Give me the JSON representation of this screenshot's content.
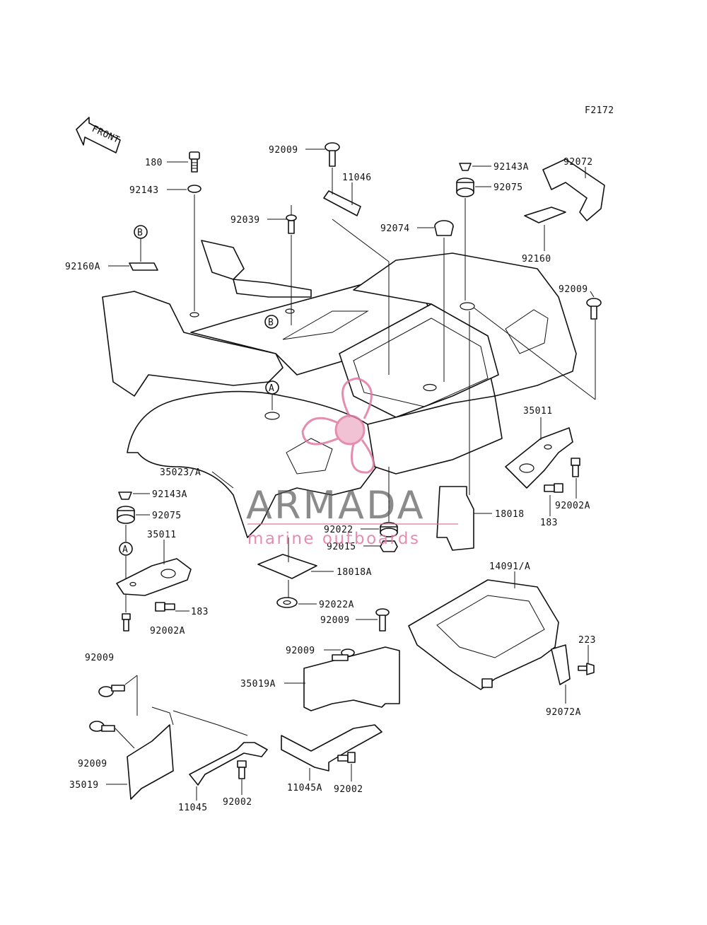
{
  "diagram": {
    "figure_code": "F2172",
    "front_arrow": "FRONT",
    "ref_a": "A",
    "ref_b": "B"
  },
  "watermark": {
    "brand": "ARMADA",
    "tagline": "marine outboards",
    "accent_color": "#e07aa2",
    "text_color": "#555555"
  },
  "labels": {
    "l180": "180",
    "l92143": "92143",
    "l92160A": "92160A",
    "l92009_top": "92009",
    "l11046": "11046",
    "l92039": "92039",
    "l92074": "92074",
    "l92143A_top": "92143A",
    "l92075_top": "92075",
    "l92072": "92072",
    "l92160": "92160",
    "l92009_right": "92009",
    "l35011_right": "35011",
    "l35023A": "35023/A",
    "l92143A_left": "92143A",
    "l92075_left": "92075",
    "l35011_left": "35011",
    "l183_right": "183",
    "l92002A_right": "92002A",
    "l18018": "18018",
    "l92022": "92022",
    "l92015": "92015",
    "l18018A": "18018A",
    "l92022A": "92022A",
    "l183_left": "183",
    "l92002A_left": "92002A",
    "l92009_mid": "92009",
    "l14091A": "14091/A",
    "l223": "223",
    "l92009_c": "92009",
    "l35019A": "35019A",
    "l92072A": "92072A",
    "l92009_bl1": "92009",
    "l92009_bl2": "92009",
    "l35019": "35019",
    "l11045": "11045",
    "l92002_a": "92002",
    "l11045A": "11045A",
    "l92002_b": "92002"
  }
}
